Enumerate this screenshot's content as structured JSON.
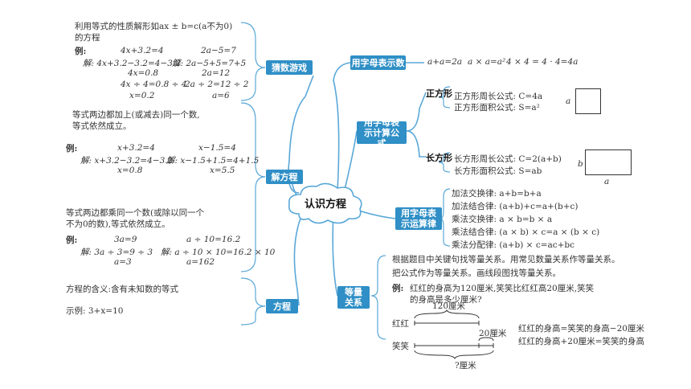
{
  "center": "认识方程",
  "nodes": {
    "guess": "猜数游戏",
    "solve": "解方程",
    "equation": "方程",
    "letters": "用字母表示数",
    "formula": "用字母表示计算公式",
    "laws": "用字母表示运算律",
    "equal": "等量关系"
  },
  "guess": {
    "desc1": "利用等式的性质解形如ax ± b=c(a不为0)",
    "desc2": "的方程",
    "example_label": "例:",
    "left": [
      "4x+3.2=4",
      "解: 4x+3.2−3.2=4−3.2",
      "4x=0.8",
      "4x ÷ 4=0.8 ÷ 4",
      "x=0.2"
    ],
    "right": [
      "2a−5=7",
      "解: 2a−5+5=7+5",
      "2a=12",
      "2a ÷ 2=12 ÷ 2",
      "a=6"
    ]
  },
  "solve": {
    "rule1a": "等式两边都加上(或减去)同一个数,",
    "rule1b": "等式依然成立。",
    "example_label": "例:",
    "ex1_left": [
      "x+3.2=4",
      "解: x+3.2−3.2=4−3.2",
      "x=0.8"
    ],
    "ex1_right": [
      "x−1.5=4",
      "解: x−1.5+1.5=4+1.5",
      "x=5.5"
    ],
    "rule2a": "等式两边都乘同一个数(或除以同一个",
    "rule2b": "不为0的数),等式依然成立。",
    "example_label2": "例:",
    "ex2_left": [
      "3a=9",
      "解: 3a ÷ 3=9 ÷ 3",
      "a=3"
    ],
    "ex2_right": [
      "a ÷ 10=16.2",
      "解: a ÷ 10 × 10=16.2 × 10",
      "a=162"
    ]
  },
  "equation": {
    "meaning": "方程的含义:含有未知数的等式",
    "example": "示例: 3+x=10"
  },
  "letters": {
    "items": [
      "a+a=2a",
      "a × a=a²",
      "4 × 4 = 4 · 4=4a"
    ]
  },
  "formula": {
    "square_label": "正方形",
    "square_perimeter": "正方形周长公式: C=4a",
    "square_area": "正方形面积公式: S=a²",
    "square_side": "a",
    "rect_label": "长方形",
    "rect_perimeter": "长方形周长公式: C=2(a+b)",
    "rect_area": "长方形面积公式: S=ab",
    "rect_b": "b",
    "rect_a": "a"
  },
  "laws": {
    "items": [
      "加法交换律: a+b=b+a",
      "加法结合律: (a+b)+c=a+(b+c)",
      "乘法交换律: a × b=b × a",
      "乘法结合律: (a × b) × c=a × (b × c)",
      "乘法分配律: (a+b) × c=ac+bc"
    ]
  },
  "equal": {
    "line1": "根据题目中关键句找等量关系。用常见数量关系作等量关系。",
    "line2": "把公式作为等量关系。画线段图找等量关系。",
    "example_label": "例:",
    "q1": "红红的身高为120厘米,笑笑比红红高20厘米,笑笑",
    "q2": "的身高是多少厘米?",
    "seg_top": "120厘米",
    "seg_red": "红红",
    "seg_20": "20厘米",
    "seg_smile": "笑笑",
    "seg_bottom": "?厘米",
    "ans1": "红红的身高=笑笑的身高−20厘米",
    "ans2": "红红的身高+20厘米=笑笑的身高"
  }
}
